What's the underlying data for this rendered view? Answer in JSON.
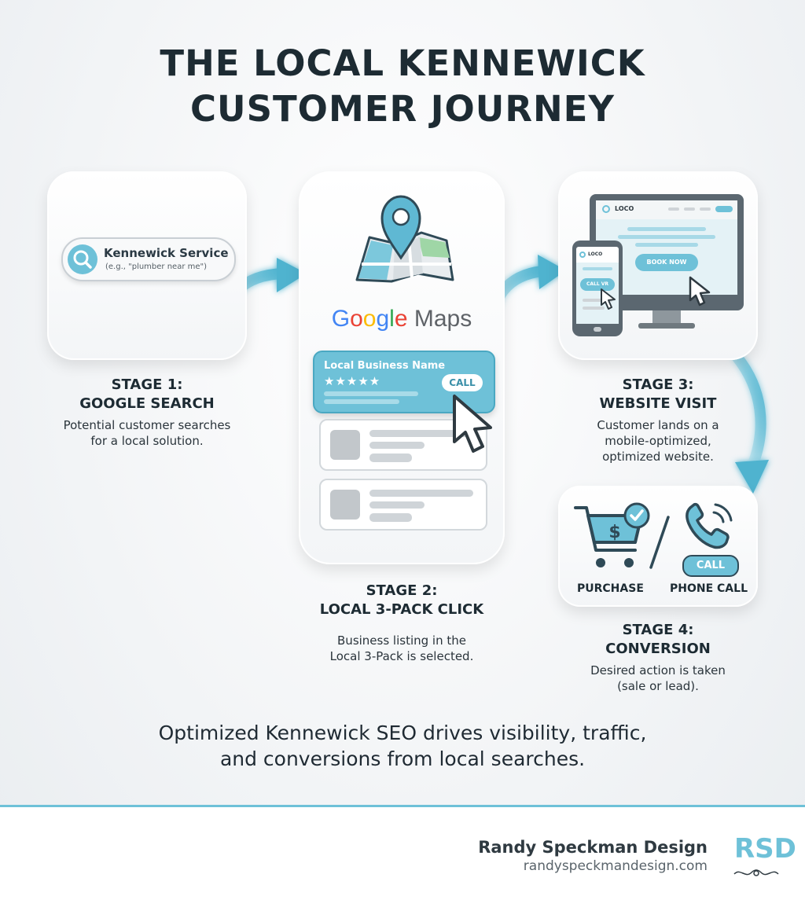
{
  "title_line1": "THE LOCAL KENNEWICK",
  "title_line2": "CUSTOMER JOURNEY",
  "stage1": {
    "search_text": "Kennewick Service",
    "search_hint": "(e.g., \"plumber near me\")",
    "heading_line1": "STAGE 1:",
    "heading_line2": "GOOGLE SEARCH",
    "desc_line1": "Potential customer searches",
    "desc_line2": "for a local solution."
  },
  "stage2": {
    "brand_google": "Google",
    "brand_maps": "Maps",
    "listing_name": "Local Business Name",
    "listing_stars": "★★★★★",
    "call_label": "CALL",
    "heading_line1": "STAGE 2:",
    "heading_line2": "LOCAL 3-PACK CLICK",
    "desc_line1": "Business listing in the",
    "desc_line2": "Local 3-Pack is selected."
  },
  "stage3": {
    "monitor_logo": "LOCO",
    "phone_logo": "LOCO",
    "book_now": "BOOK NOW",
    "call_vr": "CALL VR",
    "heading_line1": "STAGE 3:",
    "heading_line2": "WEBSITE VISIT",
    "desc_line1": "Customer lands on a",
    "desc_line2": "mobile-optimized,",
    "desc_line3": "optimized website."
  },
  "stage4": {
    "call_label": "CALL",
    "purchase_label": "PURCHASE",
    "phone_call_label": "PHONE CALL",
    "heading_line1": "STAGE 4:",
    "heading_line2": "CONVERSION",
    "desc_line1": "Desired action is taken",
    "desc_line2": "(sale or lead)."
  },
  "summary_line1": "Optimized Kennewick SEO drives visibility, traffic,",
  "summary_line2": "and conversions from local searches.",
  "footer": {
    "brand_name": "Randy Speckman Design",
    "brand_url": "randyspeckmandesign.com",
    "logo_text": "RSD"
  },
  "colors": {
    "accent": "#6ec1d8",
    "text": "#1d2b33"
  },
  "icons": [
    "search-icon",
    "map-pin-icon",
    "cursor-icon",
    "monitor-icon",
    "phone-icon",
    "cart-icon",
    "check-icon",
    "phone-handset-icon",
    "arrow-icon"
  ]
}
